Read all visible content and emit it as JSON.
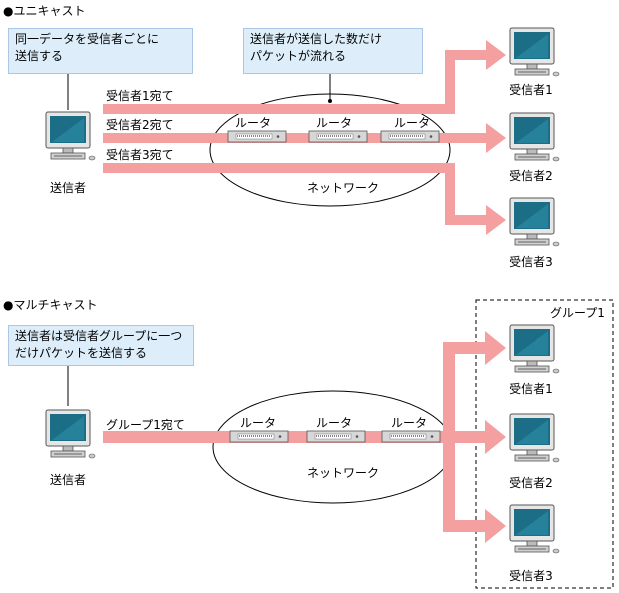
{
  "unicast": {
    "title": "●ユニキャスト",
    "callout_sender": [
      "同一データを受信者ごとに",
      "送信する"
    ],
    "callout_network": [
      "送信者が送信した数だけ",
      "パケットが流れる"
    ],
    "routes": [
      "受信者1宛て",
      "受信者2宛て",
      "受信者3宛て"
    ],
    "routers": [
      "ルータ",
      "ルータ",
      "ルータ"
    ],
    "network": "ネットワーク",
    "sender": "送信者",
    "receivers": [
      "受信者1",
      "受信者2",
      "受信者3"
    ]
  },
  "multicast": {
    "title": "●マルチキャスト",
    "callout_sender": [
      "送信者は受信者グループに一つ",
      "だけパケットを送信する"
    ],
    "route": "グループ1宛て",
    "routers": [
      "ルータ",
      "ルータ",
      "ルータ"
    ],
    "network": "ネットワーク",
    "sender": "送信者",
    "group": "グループ1",
    "receivers": [
      "受信者1",
      "受信者2",
      "受信者3"
    ]
  },
  "colors": {
    "arrow": "#f4a0a0",
    "callout": "#ddeefa",
    "screen": "#1c6e86"
  }
}
